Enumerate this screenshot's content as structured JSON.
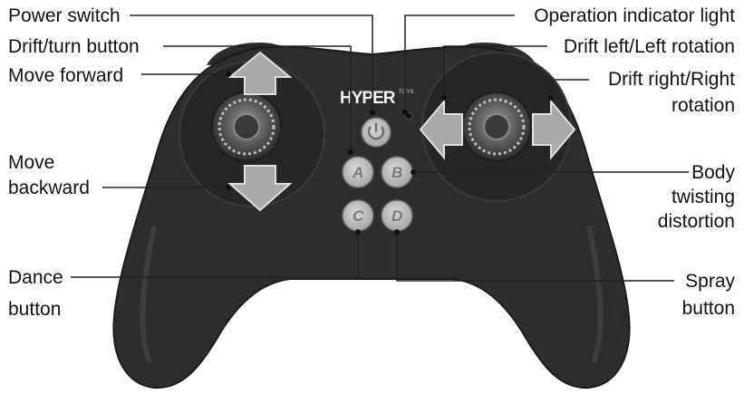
{
  "brand": {
    "logo": "HYPER",
    "sub": "TOYS"
  },
  "buttons": {
    "a": "A",
    "b": "B",
    "c": "C",
    "d": "D"
  },
  "labels": {
    "power_switch": "Power switch",
    "drift_turn_button": "Drift/turn button",
    "move_forward": "Move forward",
    "move_backward_1": "Move",
    "move_backward_2": "backward",
    "dance_button_1": "Dance",
    "dance_button_2": "button",
    "operation_indicator_light": "Operation indicator light",
    "drift_left": "Drift left/Left rotation",
    "drift_right_1": "Drift right/Right",
    "drift_right_2": "rotation",
    "body_twisting_1": "Body",
    "body_twisting_2": "twisting",
    "body_twisting_3": "distortion",
    "spray_button_1": "Spray",
    "spray_button_2": "button"
  },
  "colors": {
    "body": "#2d2d2d",
    "body_shade": "#1e1e1e",
    "button": "#b9b9b9",
    "arrow": "#a9a9a9",
    "leader": "#222222"
  }
}
